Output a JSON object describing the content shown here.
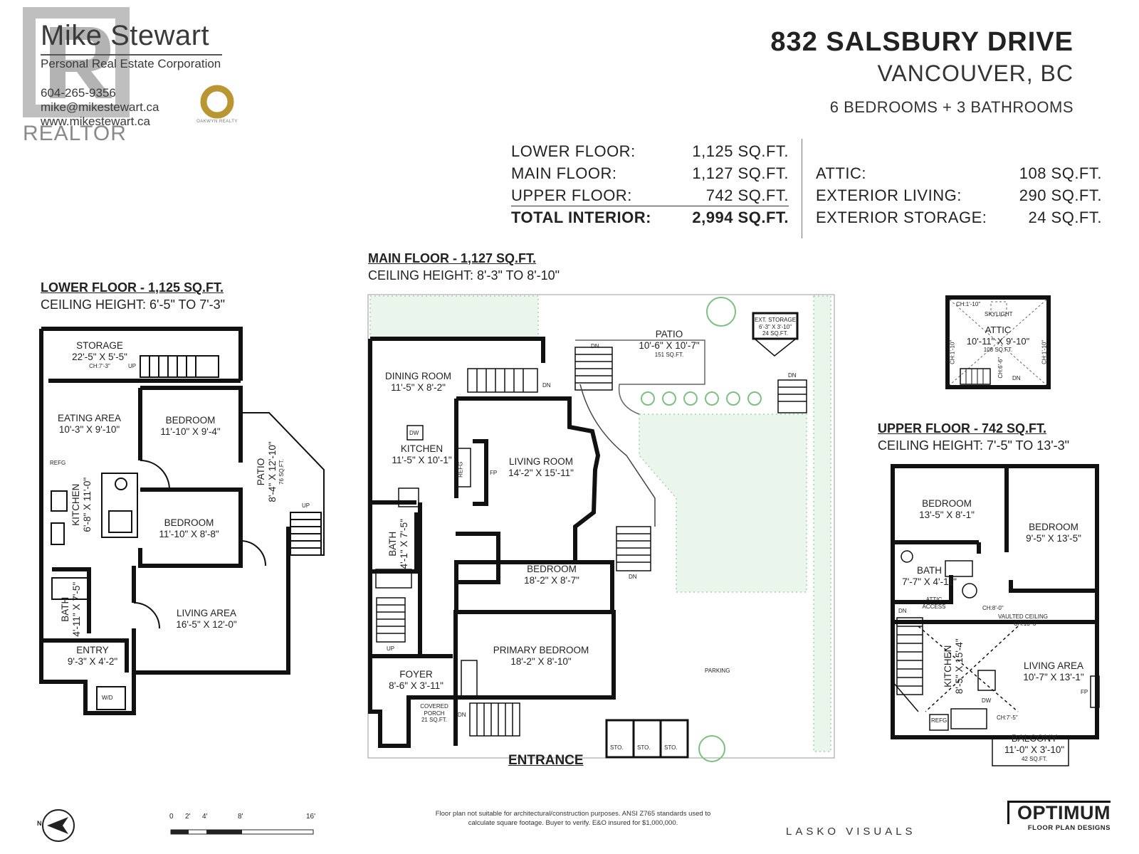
{
  "agent": {
    "name": "Mike Stewart",
    "corporation": "Personal Real Estate Corporation",
    "phone": "604-265-9356",
    "email": "mike@mikestewart.ca",
    "website": "www.mikestewart.ca",
    "realtor_mark": "REALTOR",
    "brokerage": "OAKWYN REALTY"
  },
  "property": {
    "address": "832 SALSBURY DRIVE",
    "city": "VANCOUVER, BC",
    "beds_baths": "6 BEDROOMS + 3 BATHROOMS"
  },
  "summary": {
    "left": [
      {
        "label": "LOWER FLOOR:",
        "value": "1,125 SQ.FT."
      },
      {
        "label": "MAIN FLOOR:",
        "value": "1,127 SQ.FT."
      },
      {
        "label": "UPPER FLOOR:",
        "value": "742 SQ.FT."
      },
      {
        "label": "TOTAL INTERIOR:",
        "value": "2,994 SQ.FT."
      }
    ],
    "right": [
      {
        "label": "ATTIC:",
        "value": "108 SQ.FT."
      },
      {
        "label": "EXTERIOR LIVING:",
        "value": "290 SQ.FT."
      },
      {
        "label": "EXTERIOR STORAGE:",
        "value": "24 SQ.FT."
      }
    ]
  },
  "floors": {
    "lower": {
      "title": "LOWER FLOOR - 1,125 SQ.FT.",
      "ceiling": "CEILING HEIGHT: 6'-5\" TO 7'-3\"",
      "rooms": {
        "storage": {
          "name": "STORAGE",
          "dim": "22'-5\" X 5'-5\"",
          "note": "CH:7'-3\""
        },
        "eating": {
          "name": "EATING AREA",
          "dim": "10'-3\" X 9'-10\""
        },
        "bedroom1": {
          "name": "BEDROOM",
          "dim": "11'-10\" X 9'-4\""
        },
        "kitchen": {
          "name": "KITCHEN",
          "dim": "6'-8\" X 11'-0\""
        },
        "bedroom2": {
          "name": "BEDROOM",
          "dim": "11'-10\" X 8'-8\""
        },
        "patio": {
          "name": "PATIO",
          "dim": "8'-4\" X 12'-10\"",
          "area": "76 SQ.FT."
        },
        "bath": {
          "name": "BATH",
          "dim": "4'-11\" X 7'-5\""
        },
        "living": {
          "name": "LIVING AREA",
          "dim": "16'-5\" X 12'-0\""
        },
        "entry": {
          "name": "ENTRY",
          "dim": "9'-3\" X 4'-2\""
        }
      },
      "labels": {
        "refg": "REFG",
        "wd": "W/D",
        "up1": "UP",
        "up2": "UP"
      }
    },
    "main": {
      "title": "MAIN FLOOR - 1,127 SQ.FT.",
      "ceiling": "CEILING HEIGHT: 8'-3\" TO 8'-10\"",
      "rooms": {
        "patio": {
          "name": "PATIO",
          "dim": "10'-6\" X 10'-7\"",
          "area": "151 SQ.FT."
        },
        "ext_storage": {
          "name": "EXT. STORAGE",
          "dim": "6'-3\" X 3'-10\"",
          "area": "24 SQ.FT."
        },
        "dining": {
          "name": "DINING ROOM",
          "dim": "11'-5\" X 8'-2\""
        },
        "kitchen": {
          "name": "KITCHEN",
          "dim": "11'-5\" X 10'-1\""
        },
        "living": {
          "name": "LIVING ROOM",
          "dim": "14'-2\" X 15'-11\""
        },
        "bath": {
          "name": "BATH",
          "dim": "4'-1\" X 7'-5\""
        },
        "bedroom": {
          "name": "BEDROOM",
          "dim": "18'-2\" X 8'-7\""
        },
        "primary": {
          "name": "PRIMARY BEDROOM",
          "dim": "18'-2\" X 8'-10\""
        },
        "foyer": {
          "name": "FOYER",
          "dim": "8'-6\" X 3'-11\""
        },
        "porch": {
          "name": "COVERED PORCH",
          "area": "21 SQ.FT."
        },
        "parking": {
          "name": "PARKING"
        }
      },
      "labels": {
        "dw": "DW",
        "refg": "REFG",
        "fp": "FP",
        "dn1": "DN",
        "dn2": "DN",
        "dn3": "DN",
        "dn4": "DN",
        "dn5": "DN",
        "up": "UP",
        "sto1": "STO.",
        "sto2": "STO.",
        "sto3": "STO."
      },
      "entrance": "ENTRANCE"
    },
    "attic": {
      "name": "ATTIC",
      "dim": "10'-11\" X 9'-10\"",
      "area": "108 SQ.FT.",
      "skylight": "SKYLIGHT",
      "ch_top": "CH:1'-10\"",
      "ch_left": "CH:1'-10\"",
      "ch_right": "CH:1'-10\"",
      "ch_mid": "CH:6'-6\"",
      "dn": "DN"
    },
    "upper": {
      "title": "UPPER FLOOR - 742 SQ.FT.",
      "ceiling": "CEILING HEIGHT: 7'-5\" TO 13'-3\"",
      "rooms": {
        "bedroom1": {
          "name": "BEDROOM",
          "dim": "13'-5\" X 8'-1\""
        },
        "bedroom2": {
          "name": "BEDROOM",
          "dim": "9'-5\" X 13'-5\""
        },
        "bath": {
          "name": "BATH",
          "dim": "7'-7\" X 4'-11\""
        },
        "kitchen": {
          "name": "KITCHEN",
          "dim": "8'-5\" X 15'-4\""
        },
        "living": {
          "name": "LIVING AREA",
          "dim": "10'-7\" X 13'-1\""
        },
        "balcony": {
          "name": "BALCONY",
          "dim": "11'-0\" X 3'-10\"",
          "area": "42 SQ.FT."
        }
      },
      "labels": {
        "attic_access": "ATTIC ACCESS",
        "ch8": "CH:8'-0\"",
        "vaulted": "VAULTED CEILING",
        "ch13": "CH:13'-3\"",
        "ch75": "CH:7'-5\"",
        "dn": "DN",
        "dw": "DW",
        "refg": "REFG",
        "fp": "FP"
      }
    }
  },
  "scale": {
    "ticks": [
      "0",
      "2'",
      "4'",
      "8'",
      "16'"
    ]
  },
  "footer": {
    "north": "N",
    "disclaimer_1": "Floor plan not suitable for architectural/construction purposes. ANSI Z765 standards used to",
    "disclaimer_2": "calculate square footage. Buyer to verify. E&O insured for $1,000,000.",
    "lasko": "LASKO VISUALS",
    "optimum": "OPTIMUM",
    "optimum_sub": "FLOOR PLAN DESIGNS"
  },
  "colors": {
    "wall": "#111111",
    "grass": "#7fbf86",
    "accent": "#b99632"
  }
}
